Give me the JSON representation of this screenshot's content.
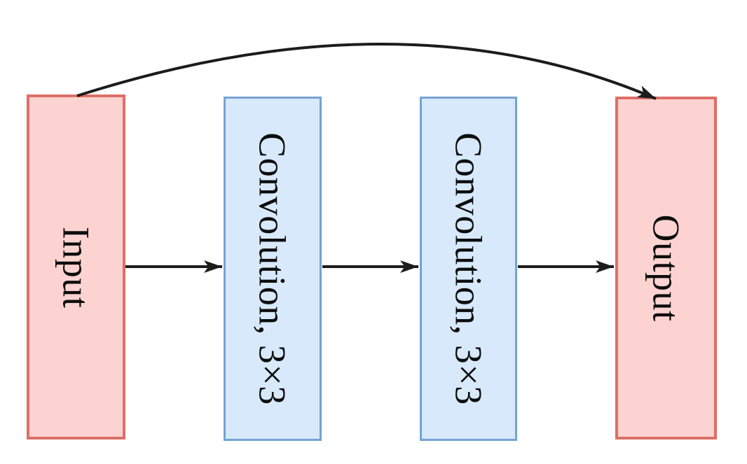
{
  "diagram": {
    "name": "residual-block-diagram",
    "nodes": [
      {
        "id": "input",
        "label": "Input",
        "kind": "io",
        "text_rotation_deg": 90
      },
      {
        "id": "conv1",
        "label": "Convolution, 3×3",
        "kind": "convolution",
        "text_rotation_deg": 90
      },
      {
        "id": "conv2",
        "label": "Convolution, 3×3",
        "kind": "convolution",
        "text_rotation_deg": 90
      },
      {
        "id": "output",
        "label": "Output",
        "kind": "io",
        "text_rotation_deg": 90
      }
    ],
    "edges": [
      {
        "from": "input",
        "to": "conv1",
        "style": "straight-arrow"
      },
      {
        "from": "conv1",
        "to": "conv2",
        "style": "straight-arrow"
      },
      {
        "from": "conv2",
        "to": "output",
        "style": "straight-arrow"
      },
      {
        "from": "input",
        "to": "output",
        "style": "curved-skip-connection-arrow"
      }
    ],
    "colors": {
      "bg": "#ffffff",
      "io-fill": "#fcd3d1",
      "io-border": "#dd6f68",
      "conv-fill": "#d7e9fa",
      "conv-border": "#74a3d4",
      "arrow": "#1c1c1c",
      "text": "#0d0d0d"
    }
  }
}
